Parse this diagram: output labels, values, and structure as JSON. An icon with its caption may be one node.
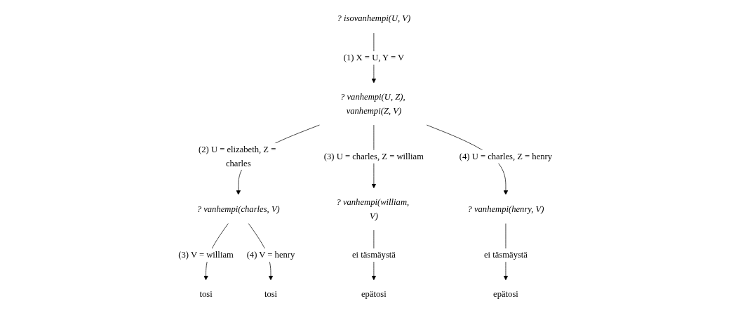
{
  "diagram": {
    "nodes": [
      {
        "text": [
          "? isovanhempi(U, V)"
        ]
      },
      {
        "text": [
          "? vanhempi(U, Z), vanhempi(Z, V)"
        ]
      },
      {
        "text": [
          "? vanhempi(charles, V)"
        ]
      },
      {
        "text": [
          "? vanhempi(william, V)"
        ]
      },
      {
        "text": [
          "? vanhempi(henry, V)"
        ]
      },
      {
        "text": [
          "tosi"
        ]
      },
      {
        "text": [
          "tosi"
        ]
      },
      {
        "text": [
          "epätosi"
        ]
      },
      {
        "text": [
          "epätosi"
        ]
      }
    ],
    "edges": [
      {
        "from": 0,
        "to": 1,
        "arrow": "to",
        "label": "(1) X = U, Y = V"
      },
      {
        "from": 1,
        "to": 2,
        "arrow": "to",
        "label": "(2) U = elizabeth, Z = charles"
      },
      {
        "from": 1,
        "to": 3,
        "arrow": "to",
        "label": "(3) U = charles, Z = william"
      },
      {
        "from": 1,
        "to": 4,
        "arrow": "to",
        "label": "(4) U = charles, Z = henry"
      },
      {
        "from": 2,
        "to": 5,
        "arrow": "to",
        "label": "(3) V = william"
      },
      {
        "from": 2,
        "to": 6,
        "arrow": "to",
        "label": "(4) V = henry"
      },
      {
        "from": 3,
        "to": 7,
        "arrow": "to",
        "label": "ei täsmäystä"
      },
      {
        "from": 4,
        "to": 8,
        "arrow": "to",
        "label": "ei täsmäystä"
      }
    ]
  }
}
